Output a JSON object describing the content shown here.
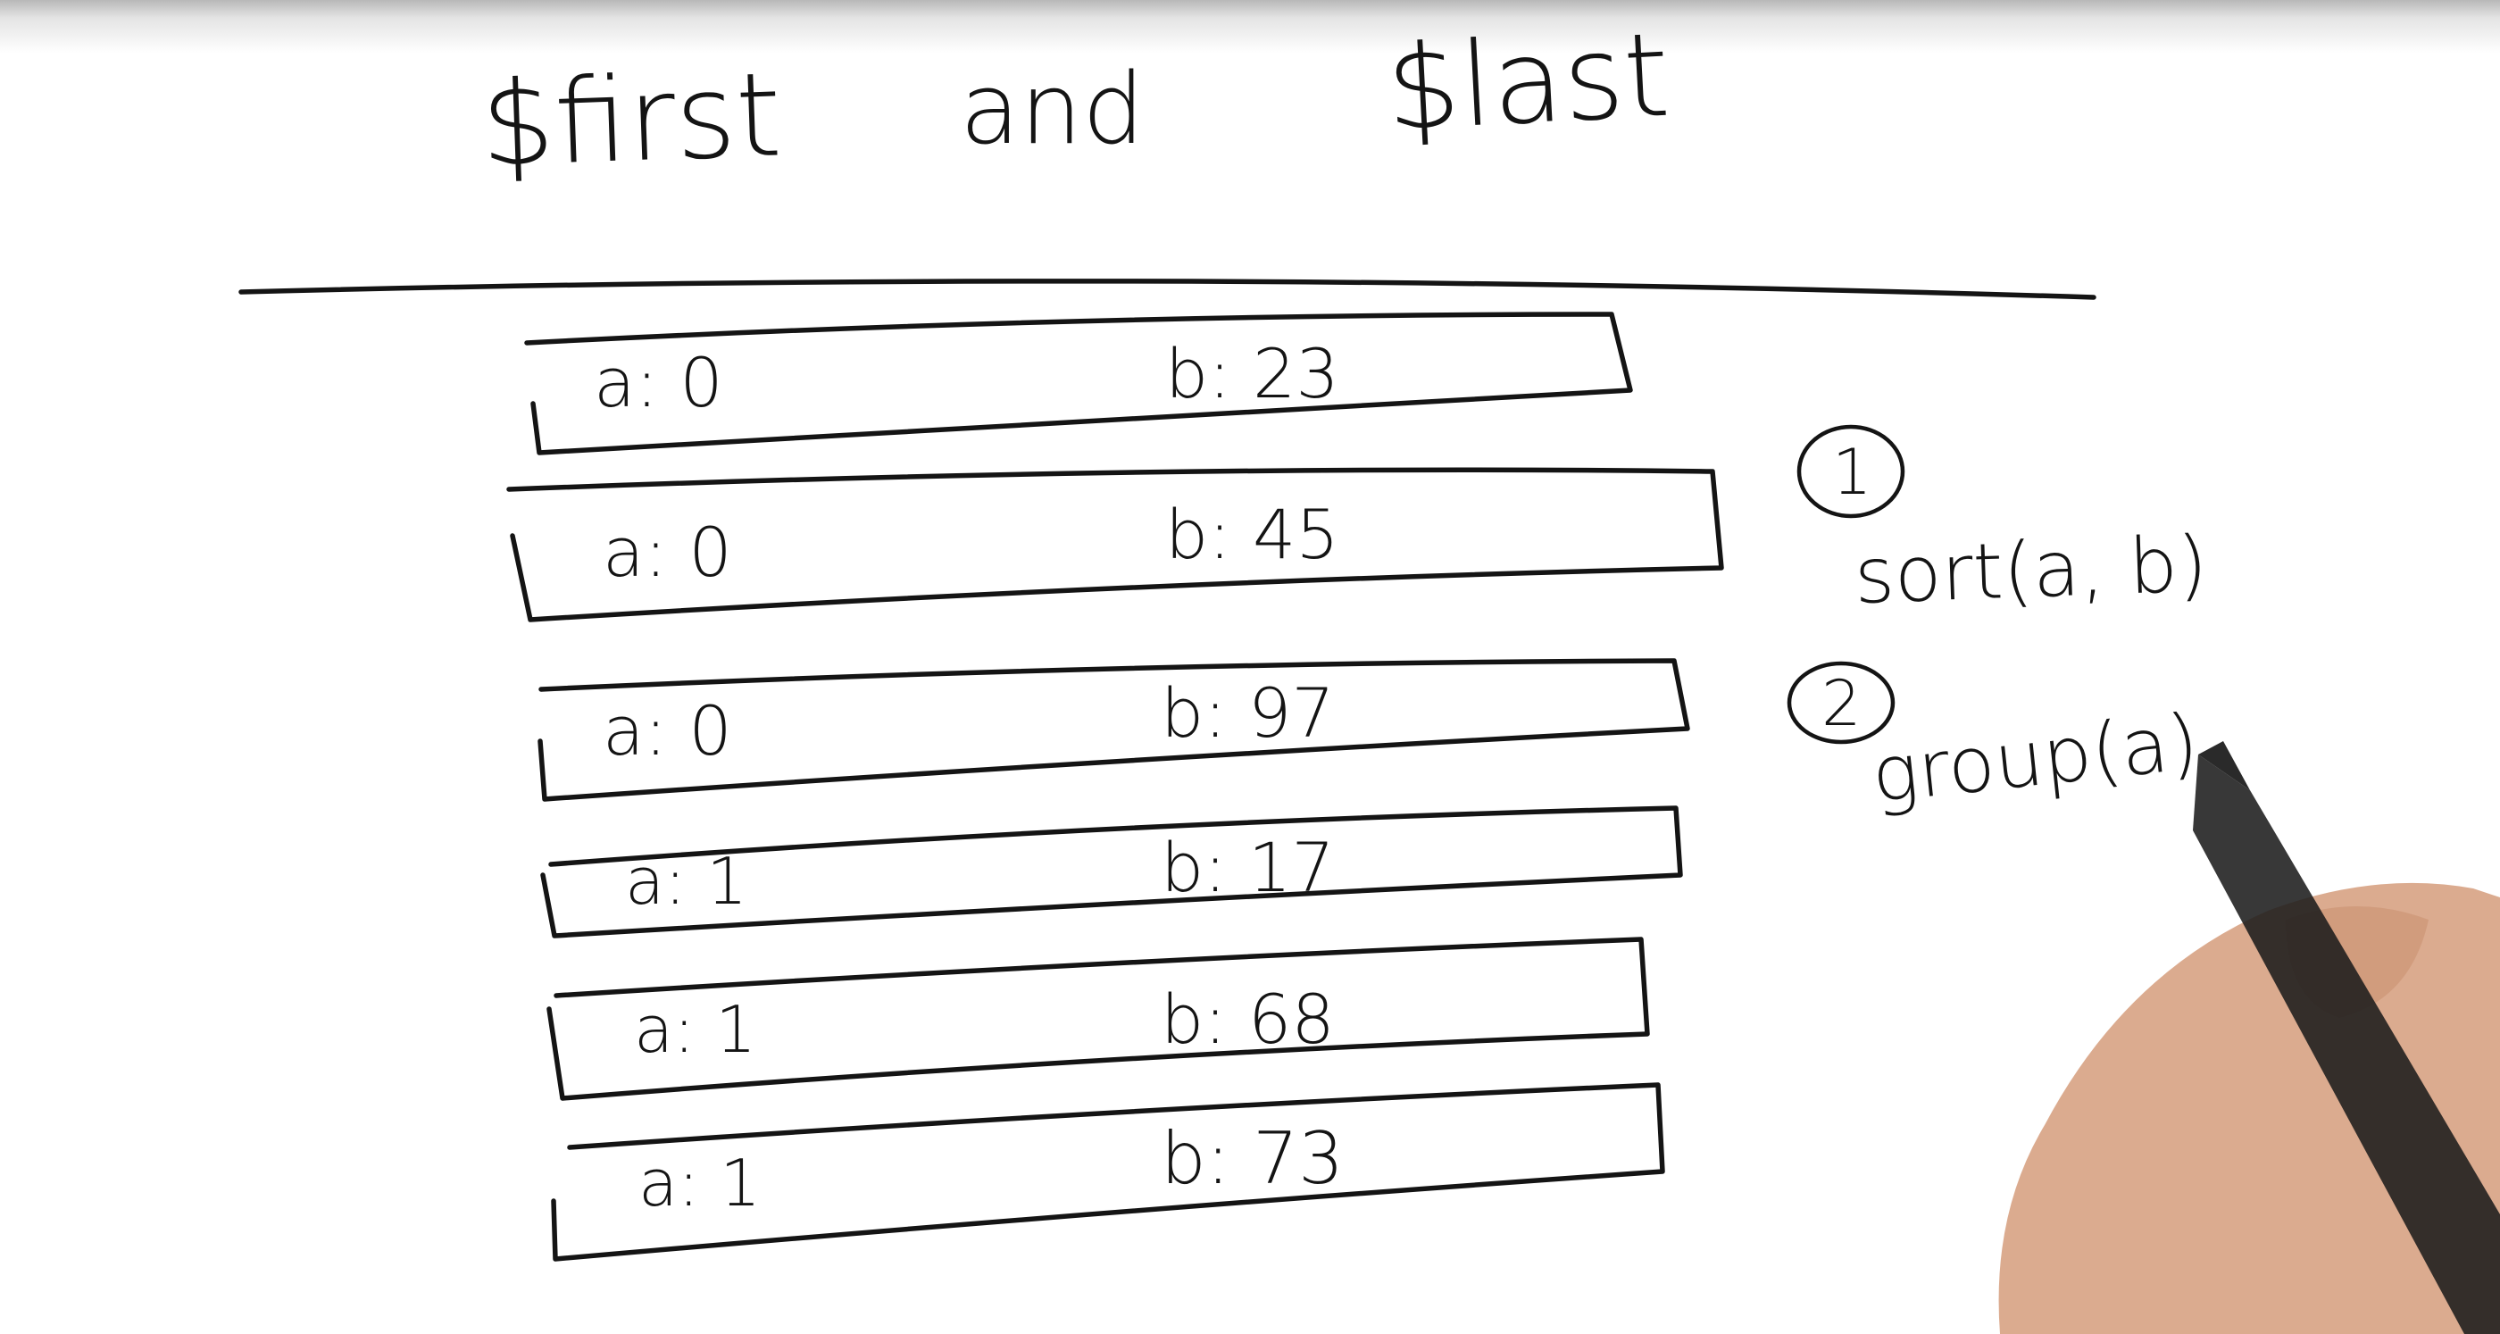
{
  "title": {
    "left": "$first",
    "middle": "and",
    "right": "$last"
  },
  "documents": [
    {
      "a": "a: 0",
      "b": "b: 23"
    },
    {
      "a": "a: 0",
      "b": "b: 45"
    },
    {
      "a": "a: 0",
      "b": "b: 97"
    },
    {
      "a": "a: 1",
      "b": "b: 17"
    },
    {
      "a": "a: 1",
      "b": "b: 68"
    },
    {
      "a": "a: 1",
      "b": "b: 73"
    }
  ],
  "steps": [
    {
      "number": "1",
      "label": "sort(a, b)"
    },
    {
      "number": "2",
      "label": "group(a)"
    }
  ],
  "colors": {
    "ink": "#141414",
    "board": "#ffffff"
  }
}
